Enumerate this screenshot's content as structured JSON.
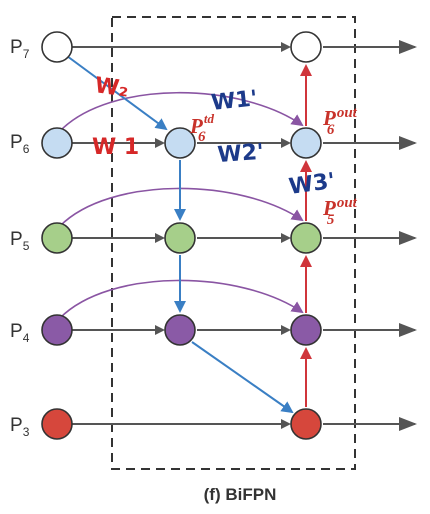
{
  "levels": [
    "P7",
    "P6",
    "P5",
    "P4",
    "P3"
  ],
  "level_labels": [
    {
      "base": "P",
      "sub": "7"
    },
    {
      "base": "P",
      "sub": "6"
    },
    {
      "base": "P",
      "sub": "5"
    },
    {
      "base": "P",
      "sub": "4"
    },
    {
      "base": "P",
      "sub": "3"
    }
  ],
  "caption": "(f) BiFPN",
  "node_labels": {
    "p6_td": {
      "base": "P",
      "sub": "6",
      "sup": "td"
    },
    "p6_out": {
      "base": "P",
      "sub": "6",
      "sup": "out"
    },
    "p5_out": {
      "base": "P",
      "sub": "5",
      "sup": "out"
    }
  },
  "annotations": {
    "w2": "W₂",
    "w1": "W 1",
    "w1_prime": "W1'",
    "w2_prime": "W2'",
    "w3_prime": "W3'"
  },
  "colors": {
    "p7": "#ffffff",
    "p6": "#c5dcf2",
    "p5": "#a6cf8a",
    "p4": "#8a5aa6",
    "p3": "#d6473c",
    "arrow_gray": "#555555",
    "arrow_blue": "#3a7fc4",
    "arrow_red": "#d0353b",
    "arrow_purple": "#8a55a3",
    "box_dash": "#333333",
    "label_red": "#c8322a",
    "ink_red": "#d62828",
    "ink_blue": "#1c3a8a"
  }
}
